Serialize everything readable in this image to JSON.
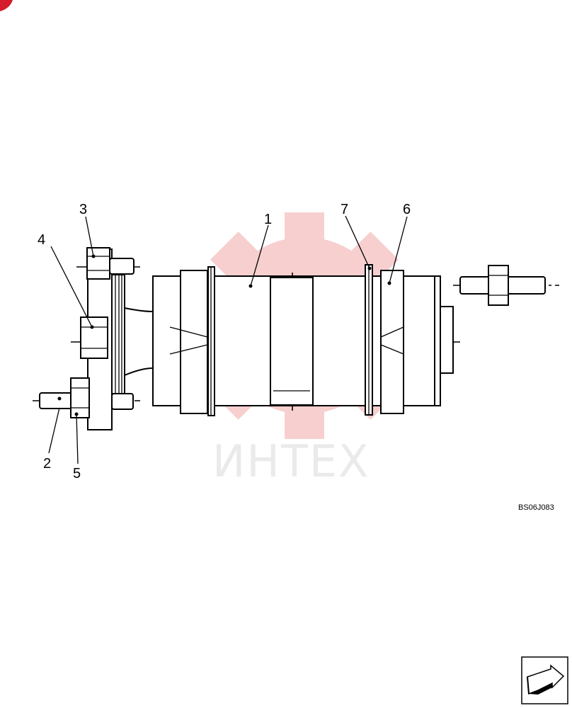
{
  "callouts": [
    {
      "id": "1",
      "label": "1"
    },
    {
      "id": "2",
      "label": "2"
    },
    {
      "id": "3",
      "label": "3"
    },
    {
      "id": "4",
      "label": "4"
    },
    {
      "id": "5",
      "label": "5"
    },
    {
      "id": "6",
      "label": "6"
    },
    {
      "id": "7",
      "label": "7"
    }
  ],
  "figure_code": "BS06J083",
  "watermark": {
    "text": "ИНТЕХ",
    "color": "#f2b8b8"
  },
  "icons": {
    "corner_badge": "red-badge-icon",
    "nav": "next-page-arrow-icon"
  }
}
